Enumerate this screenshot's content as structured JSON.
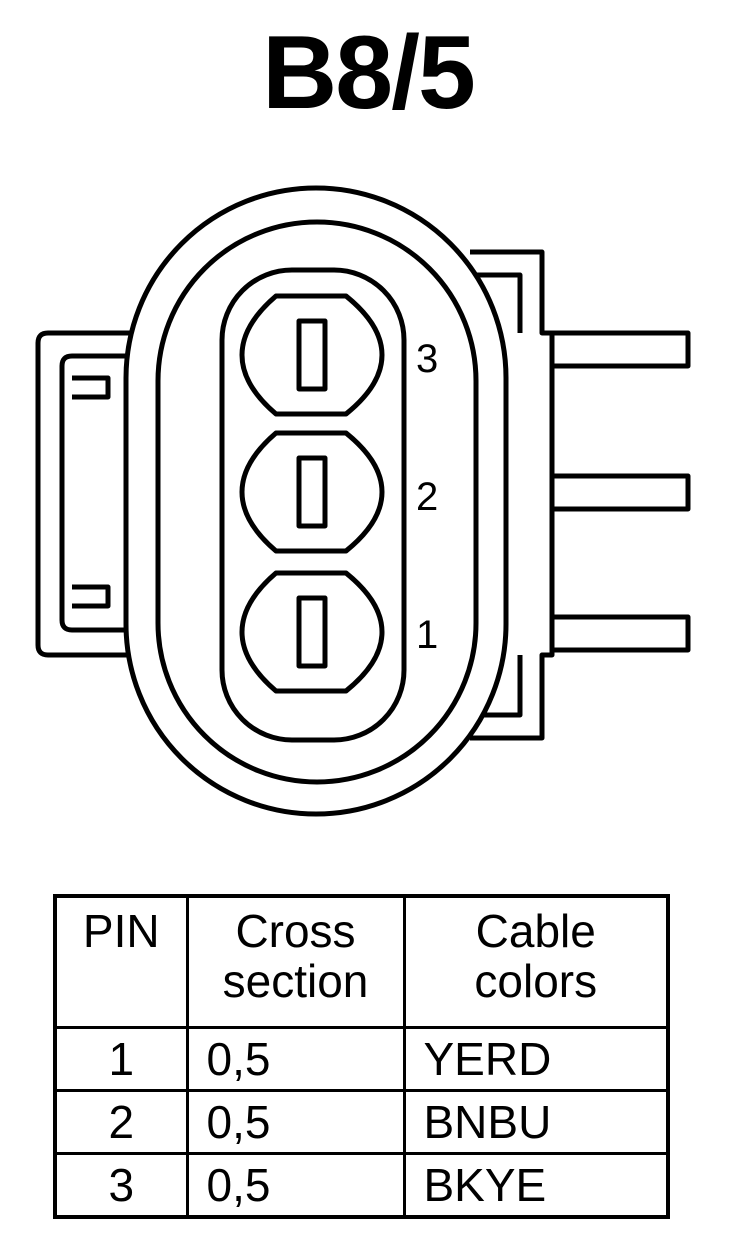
{
  "title": "B8/5",
  "connector": {
    "pin_labels": [
      "3",
      "2",
      "1"
    ]
  },
  "table": {
    "headers": {
      "pin": "PIN",
      "cross_line1": "Cross",
      "cross_line2": "section",
      "colors_line1": "Cable",
      "colors_line2": "colors"
    },
    "rows": [
      {
        "pin": "1",
        "cross": "0,5",
        "color": "YERD"
      },
      {
        "pin": "2",
        "cross": "0,5",
        "color": "BNBU"
      },
      {
        "pin": "3",
        "cross": "0,5",
        "color": "BKYE"
      }
    ]
  }
}
